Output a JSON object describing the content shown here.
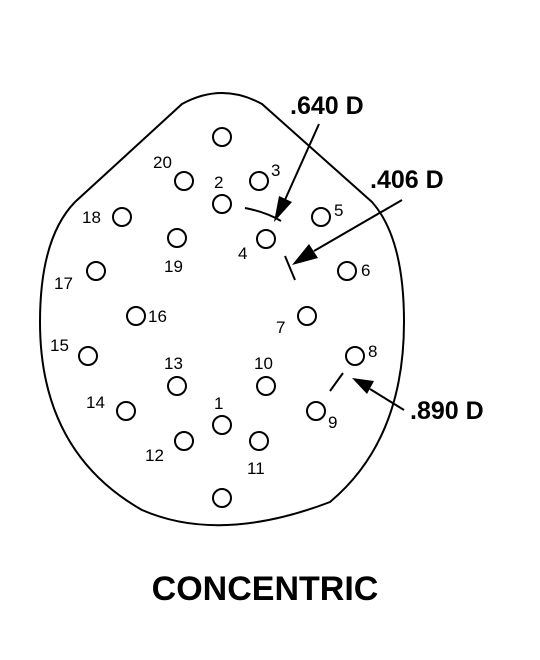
{
  "diagram": {
    "caption": "CONCENTRIC",
    "dimensions": {
      "inner": ".640 D",
      "middle": ".406 D",
      "outer": ".890 D"
    },
    "pins": [
      "1",
      "2",
      "3",
      "4",
      "5",
      "6",
      "7",
      "8",
      "9",
      "10",
      "11",
      "12",
      "13",
      "14",
      "15",
      "16",
      "17",
      "18",
      "19",
      "20"
    ]
  }
}
